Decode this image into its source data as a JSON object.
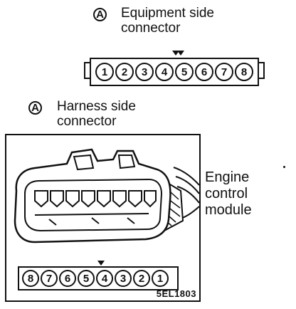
{
  "equipment": {
    "badge": "A",
    "label": "Equipment side\nconnector",
    "pins": [
      "1",
      "2",
      "3",
      "4",
      "5",
      "6",
      "7",
      "8"
    ]
  },
  "harness": {
    "badge": "A",
    "label": "Harness side\nconnector",
    "pins": [
      "8",
      "7",
      "6",
      "5",
      "4",
      "3",
      "2",
      "1"
    ]
  },
  "module_label": "Engine\ncontrol\nmodule",
  "figure_code": "5EL1803"
}
